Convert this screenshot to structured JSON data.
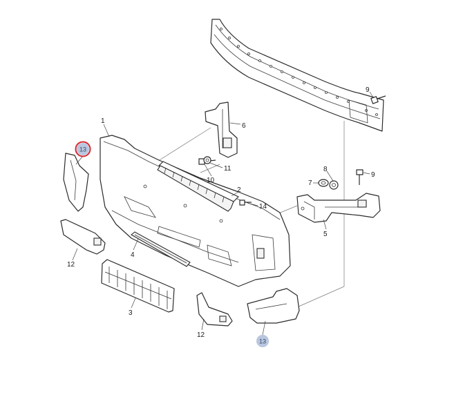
{
  "colors": {
    "highlight_circle_blue": "#b9c6df",
    "highlight_ring_red": "#d42a34",
    "outline": "#2a2a2a"
  },
  "callouts": [
    {
      "id": "c1",
      "label": "1"
    },
    {
      "id": "c2",
      "label": "2"
    },
    {
      "id": "c3",
      "label": "3"
    },
    {
      "id": "c4",
      "label": "4"
    },
    {
      "id": "c5",
      "label": "5"
    },
    {
      "id": "c6",
      "label": "6"
    },
    {
      "id": "c7",
      "label": "7"
    },
    {
      "id": "c8",
      "label": "8"
    },
    {
      "id": "c9a",
      "label": "9"
    },
    {
      "id": "c9b",
      "label": "9"
    },
    {
      "id": "c10",
      "label": "10"
    },
    {
      "id": "c11",
      "label": "11"
    },
    {
      "id": "c12a",
      "label": "12"
    },
    {
      "id": "c12b",
      "label": "12"
    },
    {
      "id": "c13a",
      "label": "13",
      "highlight": "red-ring"
    },
    {
      "id": "c13b",
      "label": "13",
      "highlight": "blue-circle"
    },
    {
      "id": "c14",
      "label": "14"
    }
  ]
}
